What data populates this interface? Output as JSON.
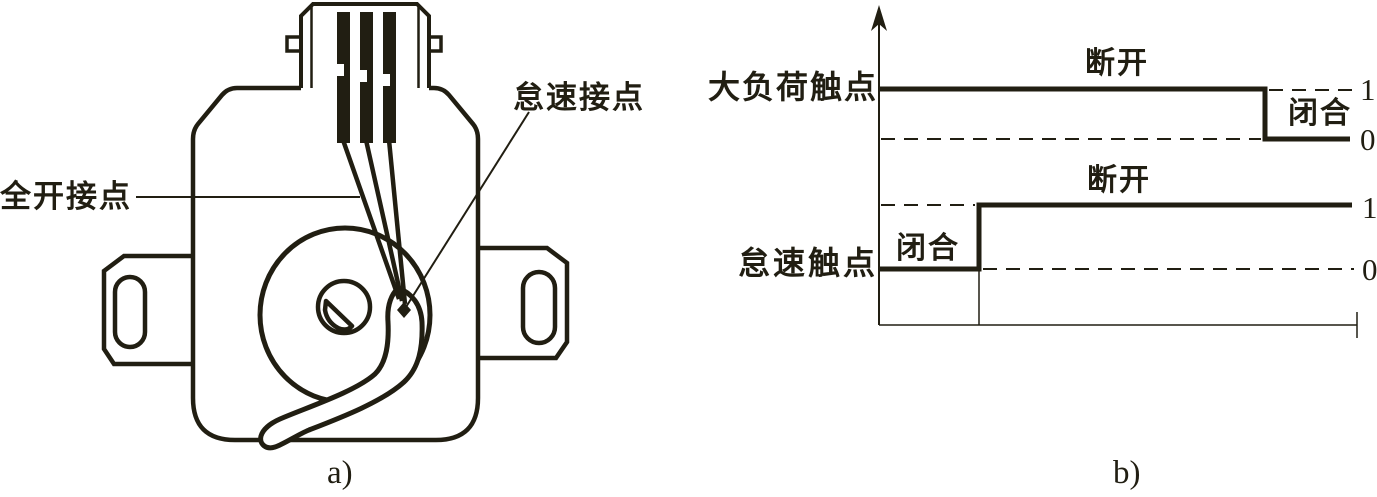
{
  "colors": {
    "ink": "#211e12",
    "background": "#ffffff"
  },
  "panel_a": {
    "caption": "a)",
    "labels": {
      "full_open_contact": "全开接点",
      "idle_contact": "怠速接点"
    }
  },
  "panel_b": {
    "caption": "b)",
    "row_labels": {
      "high_load": "大负荷触点",
      "idle": "怠速触点"
    },
    "state_labels": {
      "open": "断开",
      "closed": "闭合"
    },
    "level_labels": {
      "one": "1",
      "zero": "0"
    }
  },
  "chart_data": {
    "type": "line",
    "subtype": "timing-step-diagram",
    "title": "",
    "xlabel": "",
    "ylabel": "",
    "grid": false,
    "legend_position": "none",
    "y_tick_labels": [
      "1",
      "0"
    ],
    "signals": [
      {
        "name": "大负荷触点",
        "steps": [
          {
            "label": "断开",
            "level": 1,
            "span_frac": [
              0.0,
              0.81
            ]
          },
          {
            "label": "闭合",
            "level": 0,
            "span_frac": [
              0.81,
              1.0
            ]
          }
        ],
        "right_axis_labels": [
          "1",
          "0"
        ]
      },
      {
        "name": "怠速触点",
        "steps": [
          {
            "label": "闭合",
            "level": 0,
            "span_frac": [
              0.0,
              0.21
            ]
          },
          {
            "label": "断开",
            "level": 1,
            "span_frac": [
              0.21,
              1.0
            ]
          }
        ],
        "right_axis_labels": [
          "1",
          "0"
        ]
      }
    ]
  }
}
